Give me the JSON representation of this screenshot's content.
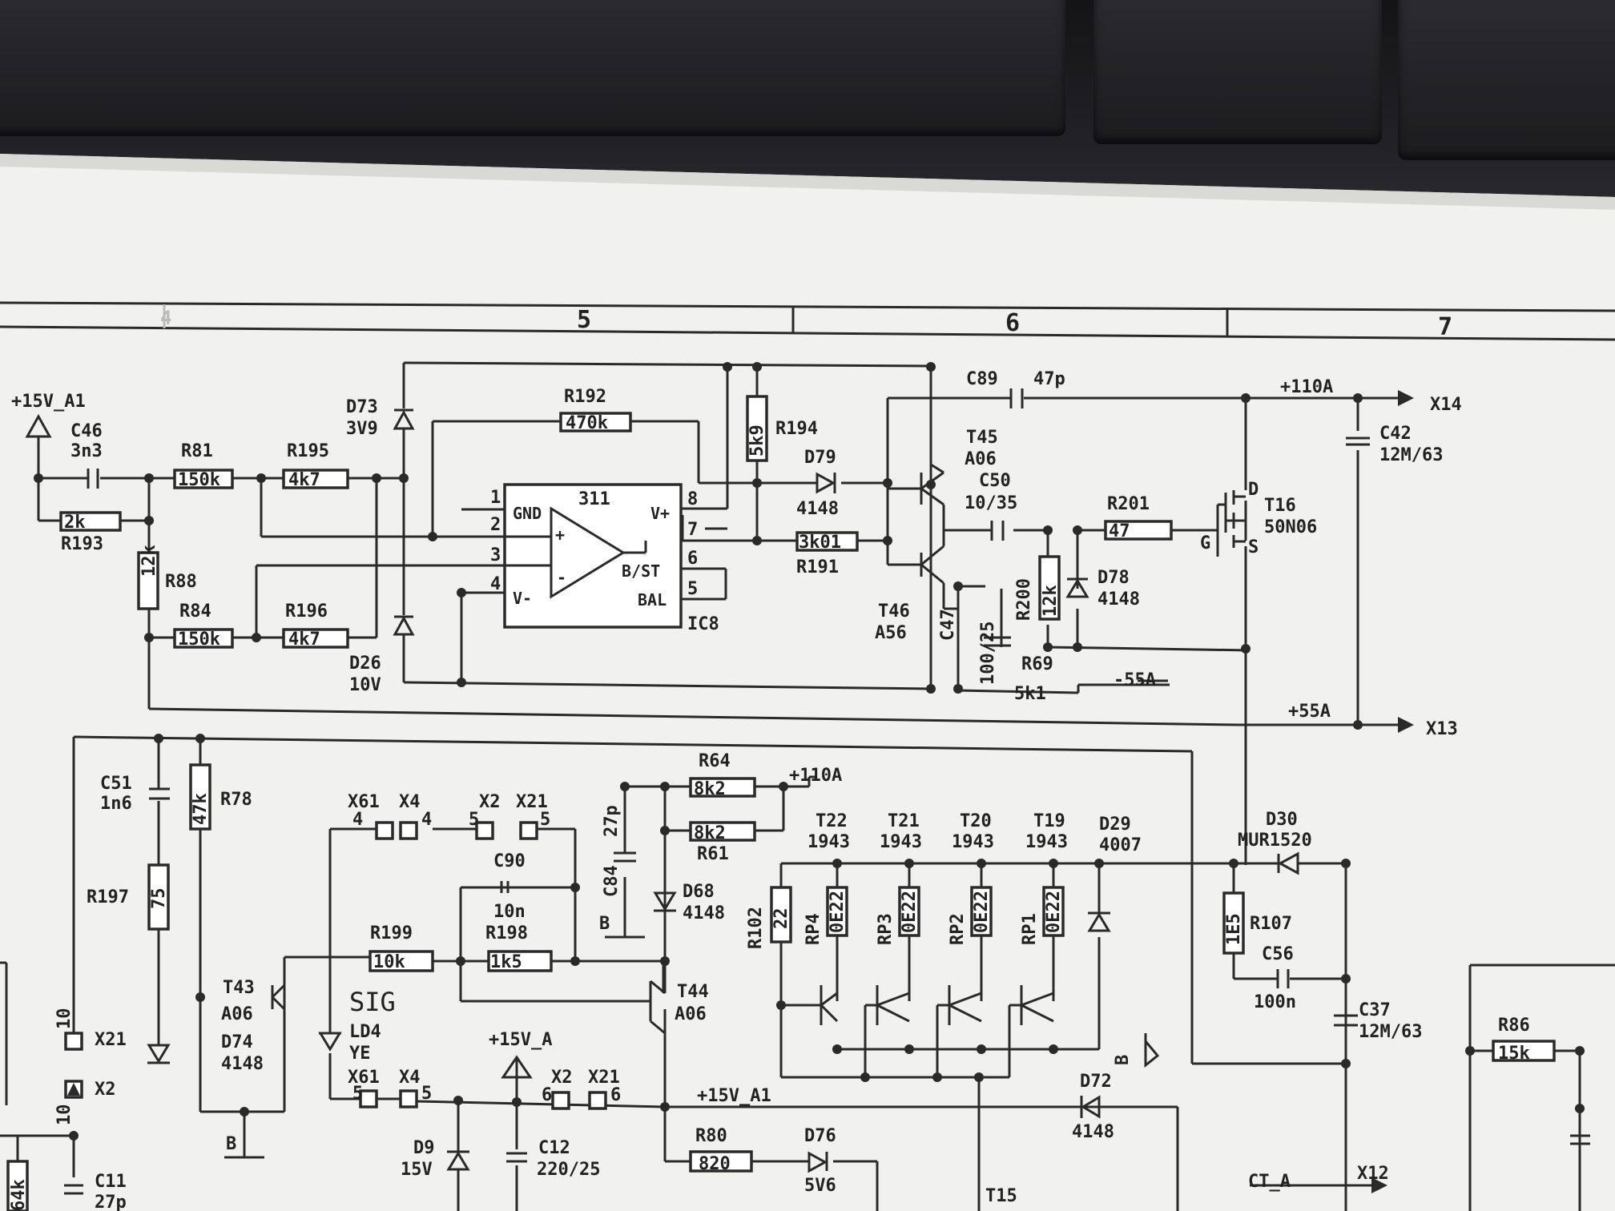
{
  "zones": [
    "4",
    "5",
    "6",
    "7"
  ],
  "sheet": {
    "labels": {
      "p15va1_top": "+15V_A1",
      "c46": "C46",
      "c46v": "3n3",
      "r81": "R81",
      "r81v": "150k",
      "r195": "R195",
      "r195v": "4k7",
      "r193v": "2k",
      "r193": "R193",
      "r88": "R88",
      "r88v": "12k",
      "r84": "R84",
      "r84v": "150k",
      "r196": "R196",
      "r196v": "4k7",
      "d73": "D73",
      "d73v": "3V9",
      "d26": "D26",
      "d26v": "10V",
      "r192": "R192",
      "r192v": "470k",
      "ic_type": "311",
      "pin1": "1",
      "pin2": "2",
      "pin3": "3",
      "pin4": "4",
      "pin8": "8",
      "pin7": "7",
      "pin6": "6",
      "pin5": "5",
      "gnd": "GND",
      "vplus": "V+",
      "vminus": "V-",
      "bst": "B/ST",
      "bal": "BAL",
      "plus": "+",
      "minus": "-",
      "ic8": "IC8",
      "r194v": "5k9",
      "r194": "R194",
      "d79": "D79",
      "d79v": "4148",
      "r191v": "3k01",
      "r191": "R191",
      "c89": "C89",
      "c89v": "47p",
      "t45": "T45",
      "t45v": "A06",
      "c50": "C50",
      "c50v": "10/35",
      "t46": "T46",
      "t46v": "A56",
      "c47": "C47",
      "c47v": "100/25",
      "r200": "R200",
      "r200v": "12k",
      "d78": "D78",
      "d78v": "4148",
      "r201": "R201",
      "r201v": "47",
      "r69": "R69",
      "r69v": "5k1",
      "m55a": "-55A",
      "p110a": "+110A",
      "x14": "X14",
      "c42": "C42",
      "c42v": "12M/63",
      "t16d": "D",
      "t16": "T16",
      "t16v": "50N06",
      "t16g": "G",
      "t16s": "S",
      "p55a": "+55A",
      "x13": "X13",
      "c51": "C51",
      "c51v": "1n6",
      "r78v": "47k",
      "r78": "R78",
      "r197": "R197",
      "r197v": "75",
      "x21": "X21",
      "x2": "X2",
      "ten": "10",
      "r64": "R64",
      "r64v": "8k2",
      "p110a_b": "+110A",
      "c84": "C84",
      "c84v": "27p",
      "r61v": "8k2",
      "r61": "R61",
      "d68": "D68",
      "d68v": "4148",
      "b1": "B",
      "x61": "X61",
      "x4": "X4",
      "x2b": "X2",
      "x21b": "X21",
      "c90": "C90",
      "c90v": "10n",
      "r199": "R199",
      "r199v": "10k",
      "r198": "R198",
      "r198v": "1k5",
      "t44": "T44",
      "t44v": "A06",
      "t43": "T43",
      "t43v": "A06",
      "d74": "D74",
      "d74v": "4148",
      "sig": "SIG",
      "ld4": "LD4",
      "ye": "YE",
      "b2": "B",
      "p15va": "+15V_A",
      "c12": "C12",
      "c12v": "220/25",
      "d9": "D9",
      "d9v": "15V",
      "p15va1_bot": "+15V_A1",
      "r80": "R80",
      "r80v": "820",
      "d76": "D76",
      "d76v": "5V6",
      "t15": "T15",
      "d72": "D72",
      "d72v": "4148",
      "t22": "T22",
      "t21": "T21",
      "t20": "T20",
      "t19": "T19",
      "tv": "1943",
      "d29": "D29",
      "d29v": "4007",
      "d30": "D30",
      "d30v": "MUR1520",
      "r102": "R102",
      "r102v": "22",
      "rp4": "RP4",
      "rp3": "RP3",
      "rp2": "RP2",
      "rp1": "RP1",
      "rpv": "0E22",
      "b3": "B",
      "r107v": "1E5",
      "r107": "R107",
      "c56": "C56",
      "c56v": "100n",
      "c37": "C37",
      "c37v": "12M/63",
      "r86": "R86",
      "r86v": "15k",
      "ct_a": "CT_A",
      "x12": "X12",
      "r164v": "64k",
      "c11": "C11",
      "c11v": "27p"
    }
  }
}
